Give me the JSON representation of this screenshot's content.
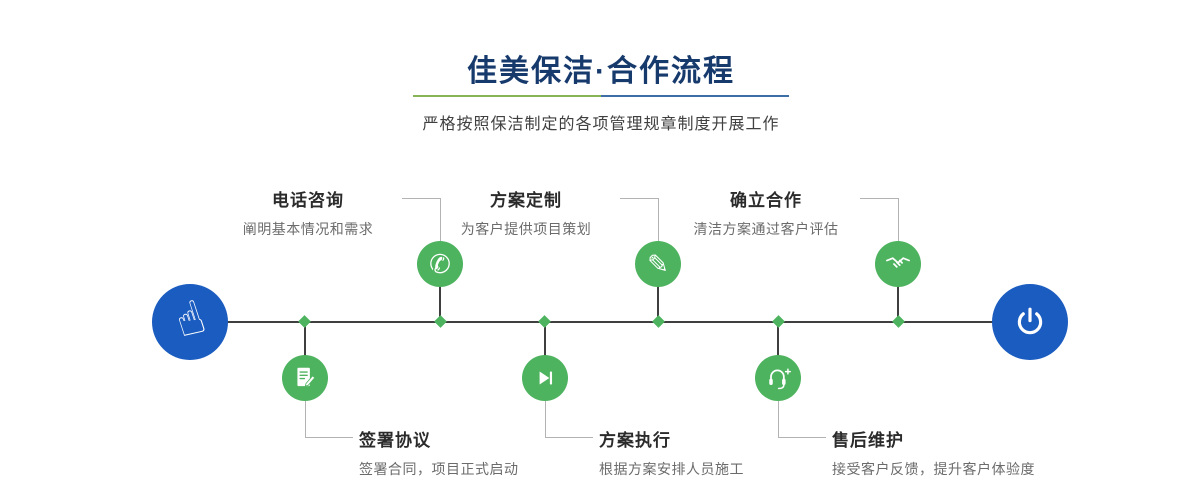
{
  "header": {
    "title": "佳美保洁·合作流程",
    "subtitle": "严格按照保洁制定的各项管理规章制度开展工作"
  },
  "colors": {
    "node_green": "#4eb35f",
    "endpoint_blue": "#1b5cc0",
    "title_navy": "#173a6d",
    "divider_green": "#86b558",
    "divider_blue": "#3d6ea5"
  },
  "glyphs": {
    "hand": "☝",
    "phone": "✆",
    "pencil": "✎"
  },
  "timeline": {
    "start_icon": "pointing-hand-icon",
    "end_icon": "power-icon"
  },
  "steps": [
    {
      "title": "电话咨询",
      "desc": "阐明基本情况和需求",
      "icon": "phone-icon",
      "side": "top"
    },
    {
      "title": "方案定制",
      "desc": "为客户提供项目策划",
      "icon": "pencil-icon",
      "side": "top"
    },
    {
      "title": "确立合作",
      "desc": "清洁方案通过客户评估",
      "icon": "handshake-icon",
      "side": "top"
    },
    {
      "title": "签署协议",
      "desc": "签署合同，项目正式启动",
      "icon": "contract-icon",
      "side": "bottom"
    },
    {
      "title": "方案执行",
      "desc": "根据方案安排人员施工",
      "icon": "play-icon",
      "side": "bottom"
    },
    {
      "title": "售后维护",
      "desc": "接受客户反馈，提升客户体验度",
      "icon": "headset-icon",
      "side": "bottom"
    }
  ]
}
